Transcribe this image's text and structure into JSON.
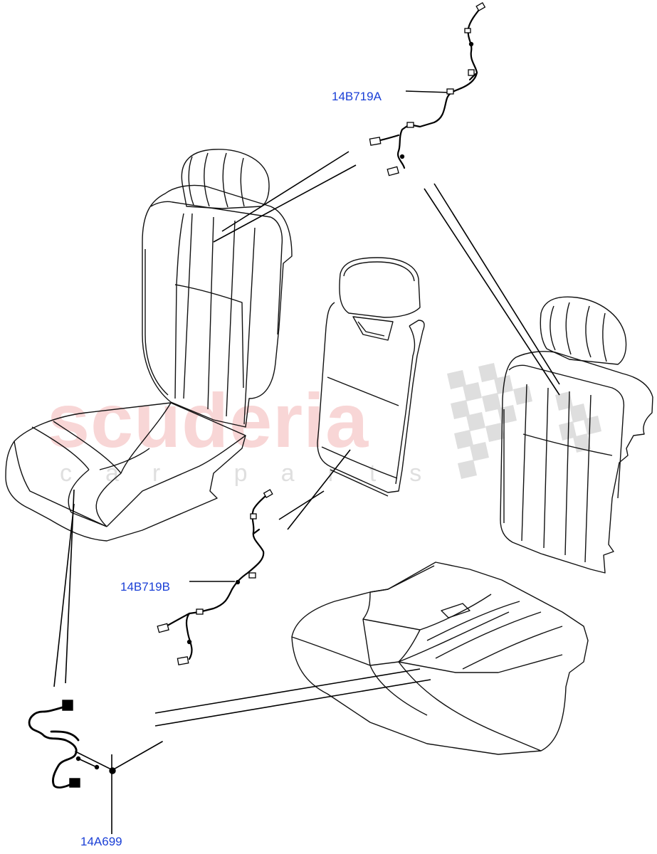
{
  "watermark": {
    "brand": "scuderia",
    "tagline": "car parts"
  },
  "labels": {
    "harness_upper": "14B719A",
    "harness_middle": "14B719B",
    "harness_lower": "14A699"
  },
  "colors": {
    "label": "#1a3fd6",
    "line": "#000000",
    "watermark_red": "#f6c9c9",
    "watermark_grey": "#d9d9d9"
  }
}
